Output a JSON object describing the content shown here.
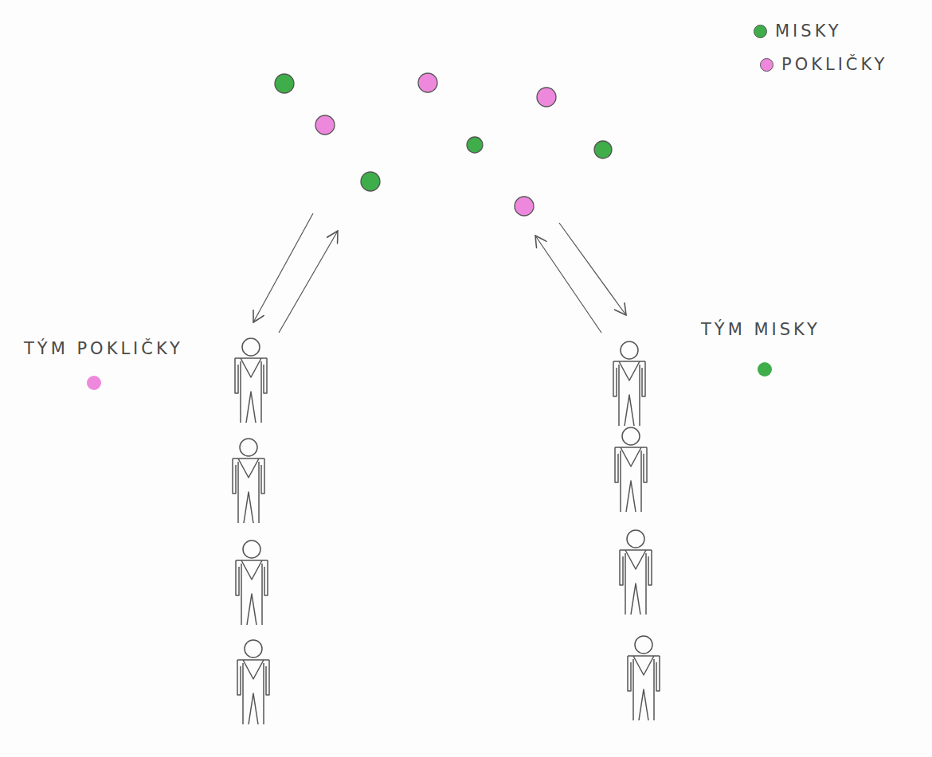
{
  "diagram": {
    "labels": [
      "TÝM POKLIČKY",
      "TÝM MISKY"
    ],
    "legend": [
      {
        "text": "MISKY",
        "color": "#3fae4a"
      },
      {
        "text": "POKLIČKY",
        "color": "#ee88dd"
      }
    ]
  }
}
